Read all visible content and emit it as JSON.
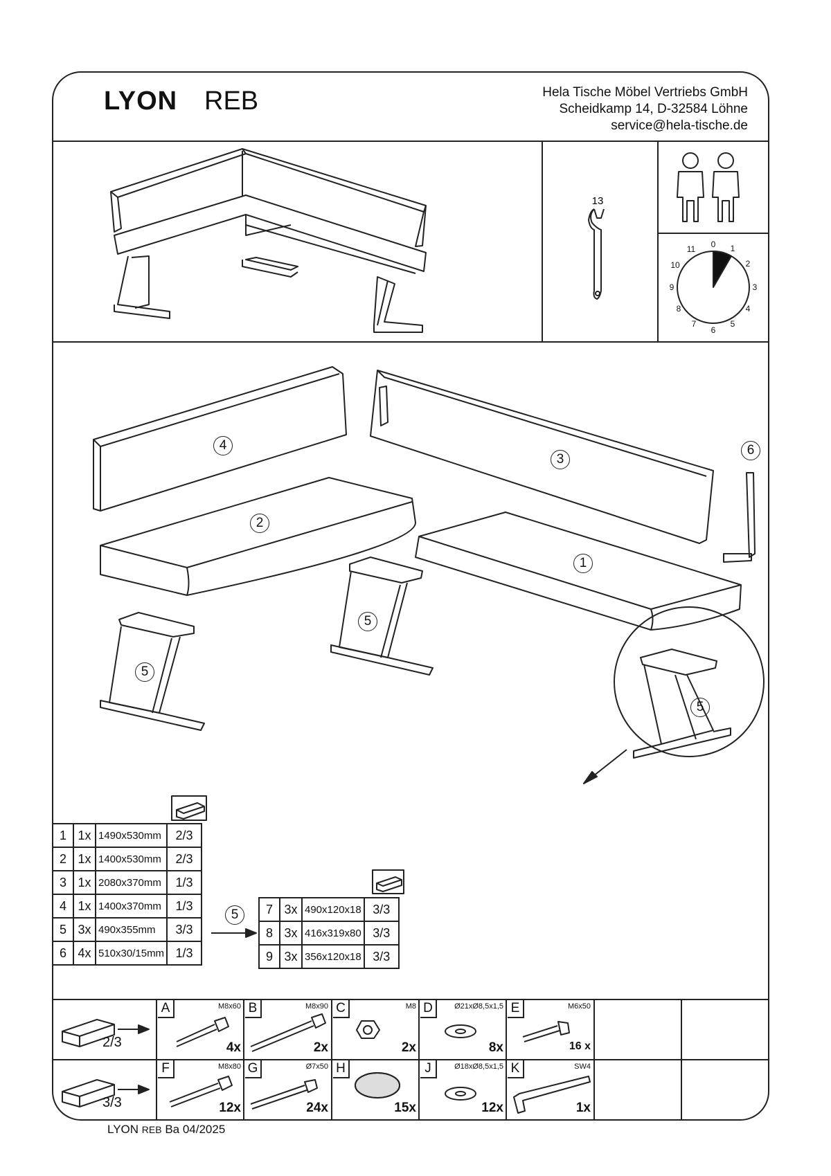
{
  "header": {
    "product": "LYON",
    "variant": "REB",
    "company_lines": [
      "Hela Tische Möbel Vertriebs GmbH",
      "Scheidkamp 14, D-32584 Löhne",
      "service@hela-tische.de"
    ]
  },
  "tools": {
    "wrench_size": "13",
    "clock_numbers": [
      "0",
      "1",
      "2",
      "3",
      "4",
      "5",
      "6",
      "7",
      "8",
      "9",
      "10",
      "11"
    ]
  },
  "parts_labels": [
    "1",
    "2",
    "3",
    "4",
    "5",
    "5",
    "5",
    "5",
    "6"
  ],
  "parts_table": [
    {
      "no": "1",
      "qty": "1x",
      "dim": "1490x530mm",
      "ratio": "2/3"
    },
    {
      "no": "2",
      "qty": "1x",
      "dim": "1400x530mm",
      "ratio": "2/3"
    },
    {
      "no": "3",
      "qty": "1x",
      "dim": "2080x370mm",
      "ratio": "1/3"
    },
    {
      "no": "4",
      "qty": "1x",
      "dim": "1400x370mm",
      "ratio": "1/3"
    },
    {
      "no": "5",
      "qty": "3x",
      "dim": "490x355mm",
      "ratio": "3/3"
    },
    {
      "no": "6",
      "qty": "4x",
      "dim": "510x30/15mm",
      "ratio": "1/3"
    }
  ],
  "sub_ref": "5",
  "sub_table": [
    {
      "no": "7",
      "qty": "3x",
      "dim": "490x120x18",
      "ratio": "3/3"
    },
    {
      "no": "8",
      "qty": "3x",
      "dim": "416x319x80",
      "ratio": "3/3"
    },
    {
      "no": "9",
      "qty": "3x",
      "dim": "356x120x18",
      "ratio": "3/3"
    }
  ],
  "hardware": {
    "row1_ratio": "2/3",
    "row2_ratio": "3/3",
    "row1": [
      {
        "letter": "A",
        "spec": "M8x60",
        "qty": "4x"
      },
      {
        "letter": "B",
        "spec": "M8x90",
        "qty": "2x"
      },
      {
        "letter": "C",
        "spec": "M8",
        "qty": "2x"
      },
      {
        "letter": "D",
        "spec": "Ø21xØ8,5x1,5",
        "qty": "8x"
      },
      {
        "letter": "E",
        "spec": "M6x50",
        "qty": "16 x"
      }
    ],
    "row2": [
      {
        "letter": "F",
        "spec": "M8x80",
        "qty": "12x"
      },
      {
        "letter": "G",
        "spec": "Ø7x50",
        "qty": "24x"
      },
      {
        "letter": "H",
        "spec": "",
        "qty": "15x"
      },
      {
        "letter": "J",
        "spec": "Ø18xØ8,5x1,5",
        "qty": "12x"
      },
      {
        "letter": "K",
        "spec": "SW4",
        "qty": "1x"
      }
    ]
  },
  "footer": {
    "product": "LYON",
    "variant": "REB",
    "date": "Ba 04/2025"
  }
}
